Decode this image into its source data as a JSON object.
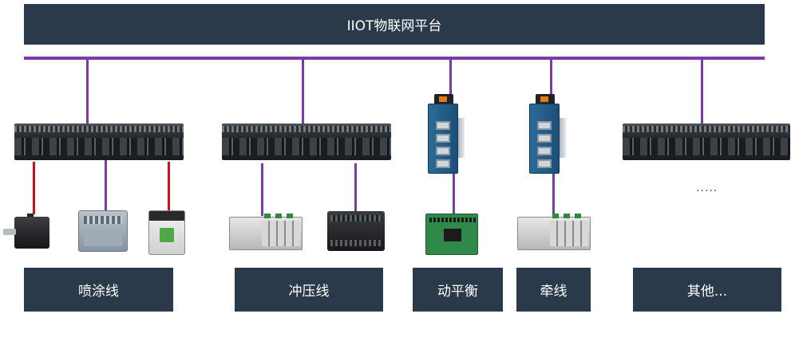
{
  "platform": {
    "title": "IIOT物联网平台"
  },
  "ellipsis": ".....",
  "production_lines": [
    {
      "label": "喷涂线"
    },
    {
      "label": "冲压线"
    },
    {
      "label": "动平衡"
    },
    {
      "label": "牵线"
    },
    {
      "label": "其他..."
    }
  ],
  "icons": {
    "plc_rack": "plc-rack-icon",
    "switch": "industrial-switch-icon",
    "servo_motor": "servo-motor-icon",
    "siemens_plc": "s7-plc-icon",
    "contactor": "contactor-icon",
    "ab_plc": "ab-plc-rack-icon",
    "dark_plc": "compact-plc-icon",
    "io_board": "io-board-icon"
  },
  "colors": {
    "label_bg": "#2b3a4a",
    "bus": "#7b3aa8",
    "field_wire": "#c8121e"
  }
}
